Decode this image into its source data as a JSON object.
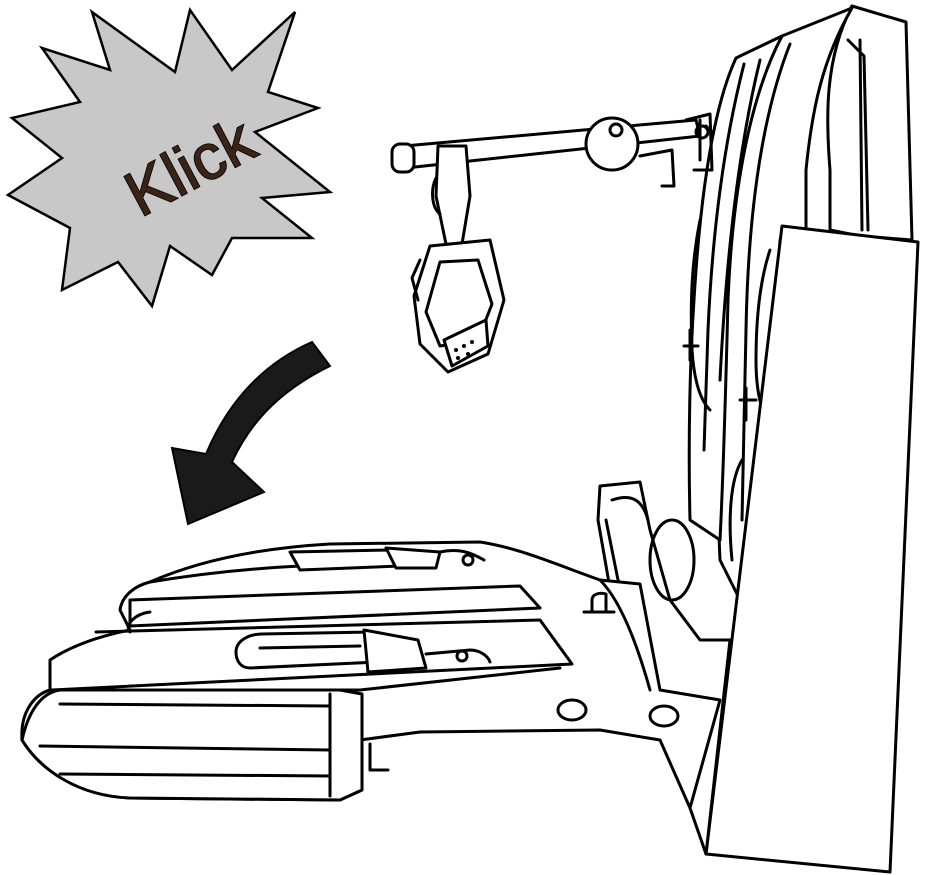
{
  "callout": {
    "text": "Klick",
    "burst_fill": "#c8c8c8",
    "text_color": "#3a2418"
  },
  "arrow": {
    "direction": "down-left",
    "color": "#1a1a1a"
  },
  "illustration": {
    "subject": "seat-base-attachment",
    "line_color": "#000000",
    "background": "#ffffff"
  }
}
